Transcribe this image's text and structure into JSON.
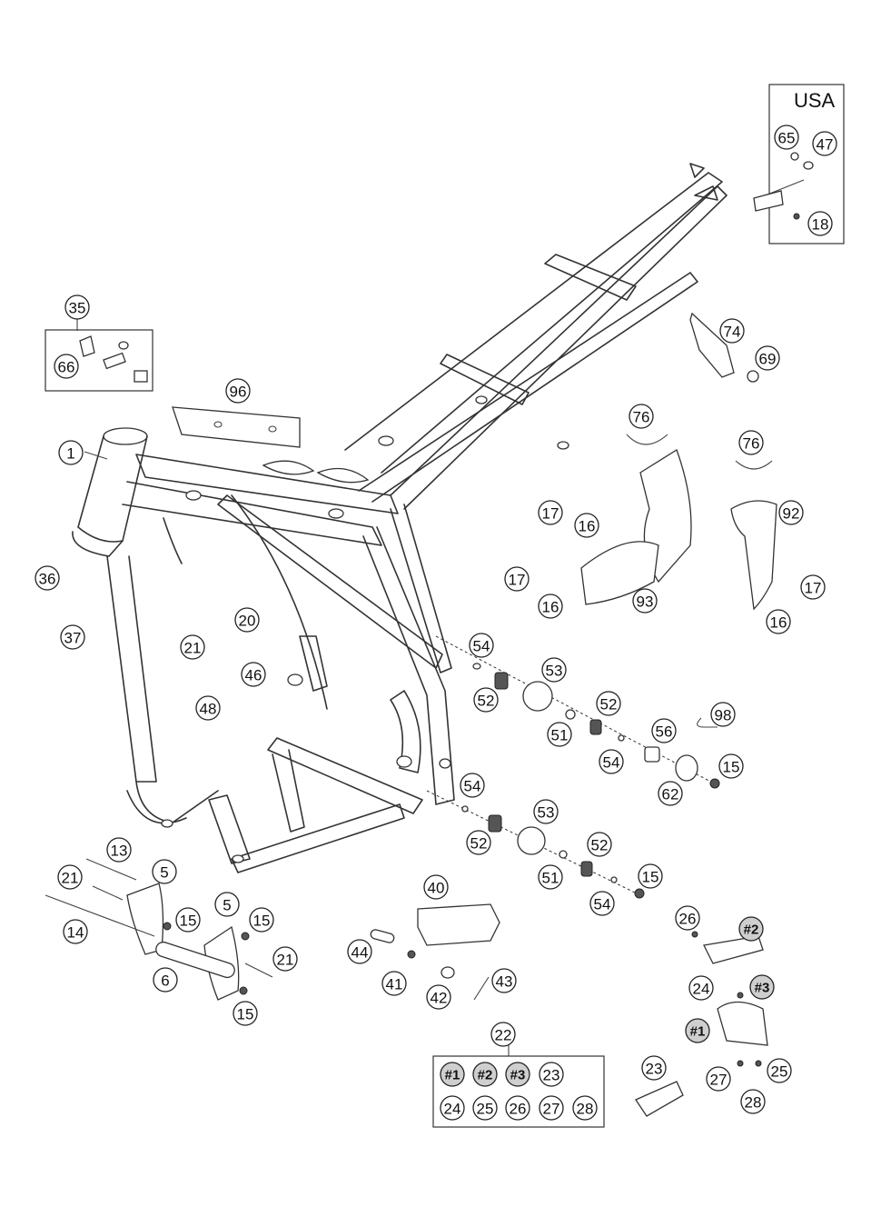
{
  "usa_label": "USA",
  "callouts": {
    "c1": "1",
    "c5a": "5",
    "c5b": "5",
    "c6": "6",
    "c13": "13",
    "c14": "14",
    "c15a": "15",
    "c15b": "15",
    "c15c": "15",
    "c15d": "15",
    "c15e": "15",
    "c16a": "16",
    "c16b": "16",
    "c16c": "16",
    "c17a": "17",
    "c17b": "17",
    "c17c": "17",
    "c18": "18",
    "c20": "20",
    "c21a": "21",
    "c21b": "21",
    "c21c": "21",
    "c22": "22",
    "c23a": "23",
    "c23b": "23",
    "c24a": "24",
    "c24b": "24",
    "c25a": "25",
    "c25b": "25",
    "c26a": "26",
    "c26b": "26",
    "c27a": "27",
    "c27b": "27",
    "c28a": "28",
    "c28b": "28",
    "c35": "35",
    "c36": "36",
    "c37": "37",
    "c40": "40",
    "c41": "41",
    "c42": "42",
    "c43": "43",
    "c44": "44",
    "c46": "46",
    "c47": "47",
    "c48": "48",
    "c51a": "51",
    "c51b": "51",
    "c52a": "52",
    "c52b": "52",
    "c52c": "52",
    "c52d": "52",
    "c53a": "53",
    "c53b": "53",
    "c54a": "54",
    "c54b": "54",
    "c54c": "54",
    "c54d": "54",
    "c56": "56",
    "c62": "62",
    "c65": "65",
    "c66": "66",
    "c69": "69",
    "c74": "74",
    "c76a": "76",
    "c76b": "76",
    "c92": "92",
    "c93": "93",
    "c96": "96",
    "c98": "98",
    "h1a": "#1",
    "h2a": "#2",
    "h3a": "#3",
    "h1b": "#1",
    "h2b": "#2",
    "h3b": "#3"
  }
}
